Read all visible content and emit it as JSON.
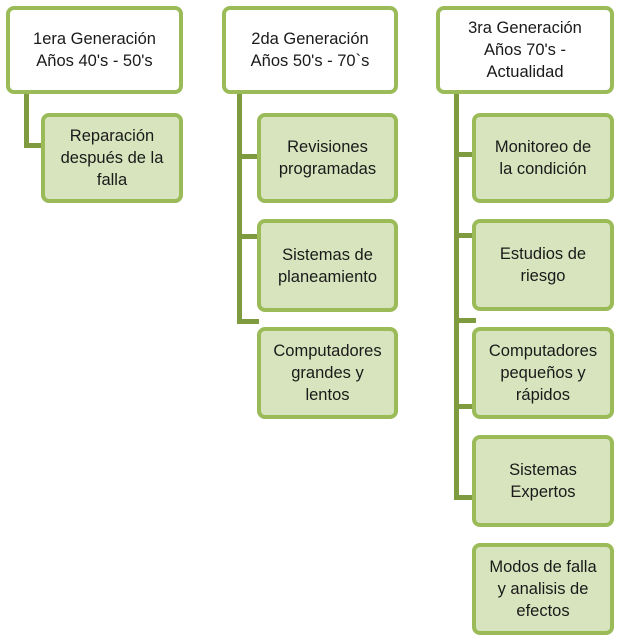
{
  "generations": [
    {
      "title": "1era Generación\nAños 40's - 50's",
      "items": [
        "Reparación\ndespués de la\nfalla"
      ]
    },
    {
      "title": "2da Generación\nAños 50's - 70`s",
      "items": [
        "Revisiones\nprogramadas",
        "Sistemas de\nplaneamiento",
        "Computadores\ngrandes y\nlentos"
      ]
    },
    {
      "title": "3ra Generación\nAños 70's -\nActualidad",
      "items": [
        "Monitoreo de\nla condición",
        "Estudios de\nriesgo",
        "Computadores\npequeños y\nrápidos",
        "Sistemas\nExpertos",
        "Modos de falla\ny analisis de\nefectos"
      ]
    }
  ]
}
